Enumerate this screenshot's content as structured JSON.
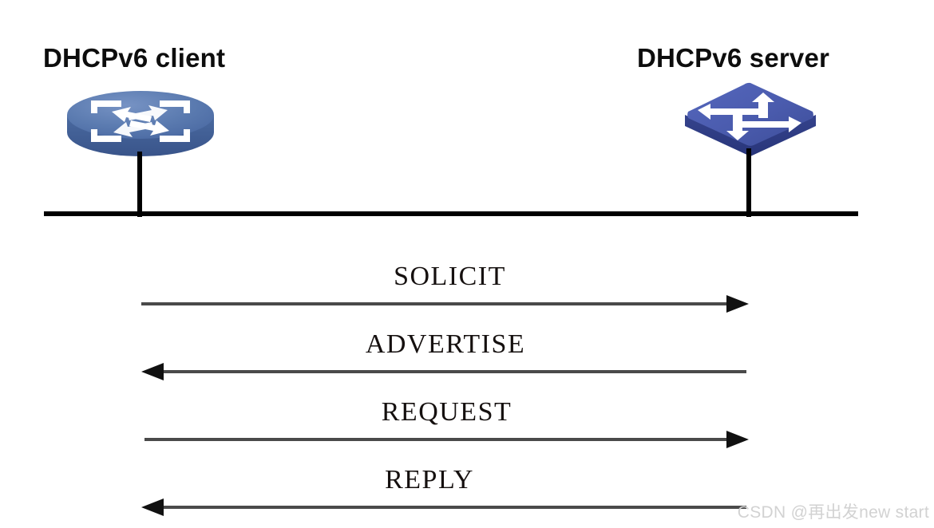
{
  "diagram": {
    "type": "sequence-diagram",
    "title_client": "DHCPv6 client",
    "title_server": "DHCPv6 server",
    "background_color": "#ffffff",
    "line_color": "#000000",
    "arrow_color": "#4a4a4a",
    "client_icon_name": "router-icon",
    "server_icon_name": "switch-icon",
    "client_icon_colors": {
      "top": "#5b7bb0",
      "side": "#3f5d92",
      "symbol": "#ffffff"
    },
    "server_icon_colors": {
      "top": "#4a5bad",
      "side": "#2e3c7e",
      "symbol": "#ffffff"
    }
  },
  "messages": [
    {
      "label": "SOLICIT",
      "direction": "client-to-server"
    },
    {
      "label": "ADVERTISE",
      "direction": "server-to-client"
    },
    {
      "label": "REQUEST",
      "direction": "client-to-server"
    },
    {
      "label": "REPLY",
      "direction": "server-to-client"
    }
  ],
  "watermark": {
    "text": "CSDN @再出发new start",
    "color": "#d2d2d2"
  }
}
